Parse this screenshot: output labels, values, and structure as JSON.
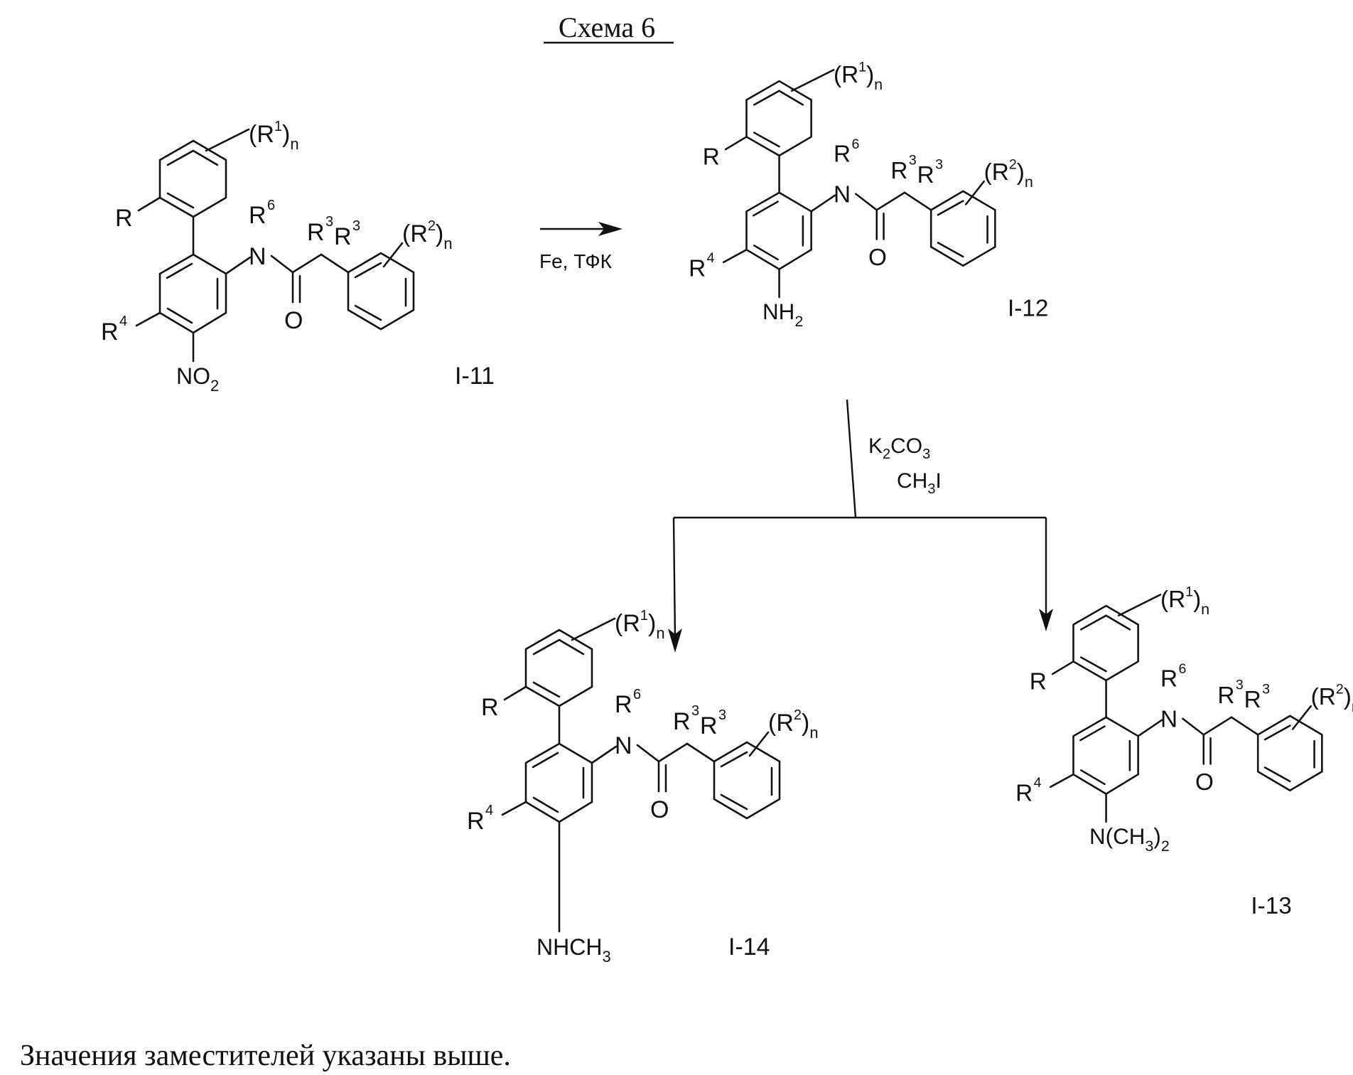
{
  "title": "Схема 6",
  "footer": "Значения заместителей указаны выше.",
  "reagents": {
    "step1": "Fe, ТФК",
    "step2_line1_parts": [
      "K",
      "2",
      "CO",
      "3"
    ],
    "step2_line2_parts": [
      "CH",
      "3",
      "I"
    ]
  },
  "labels": {
    "r": "R",
    "r4": "4",
    "r6": "6",
    "r3": "3",
    "n": "n",
    "r1_open": "(R",
    "r1_sup": "1",
    "r2_sup": "2",
    "close": ")",
    "o": "O",
    "nitrogen": "N"
  },
  "compounds": [
    {
      "id": "I-11",
      "substituent_parts": [
        "NO",
        "2",
        ""
      ]
    },
    {
      "id": "I-12",
      "substituent_parts": [
        "NH",
        "2",
        ""
      ]
    },
    {
      "id": "I-14",
      "substituent_parts": [
        "NHCH",
        "3",
        ""
      ]
    },
    {
      "id": "I-13",
      "substituent_parts": [
        "N(CH",
        "3",
        ")",
        "2"
      ]
    }
  ]
}
